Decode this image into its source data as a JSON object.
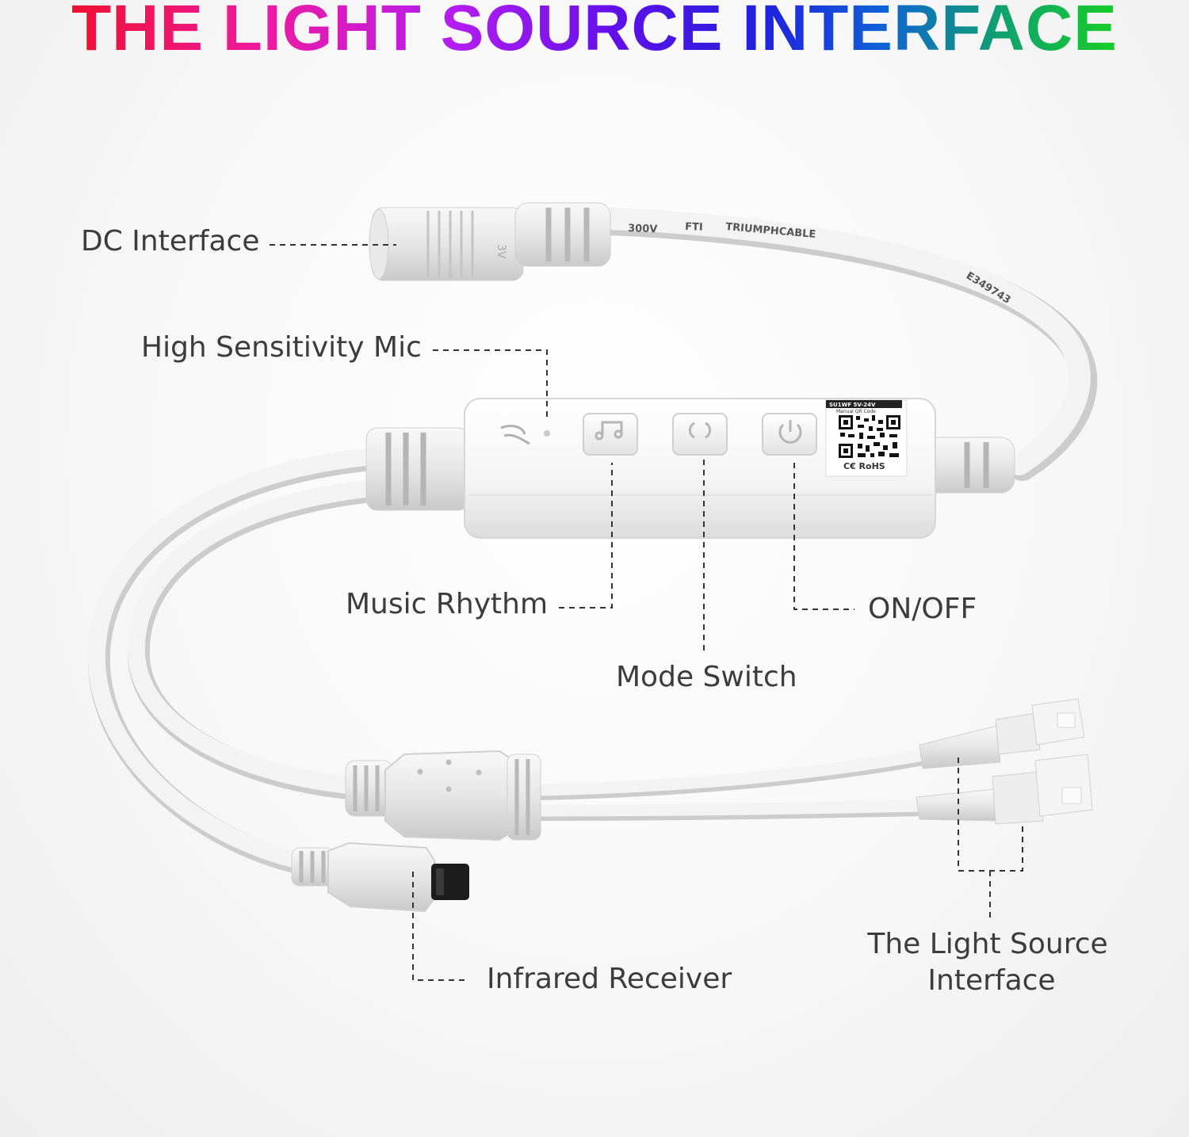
{
  "title": "THE LIGHT SOURCE INTERFACE",
  "labels": {
    "dc_interface": "DC Interface",
    "mic": "High Sensitivity Mic",
    "music_rhythm": "Music Rhythm",
    "on_off": "ON/OFF",
    "mode_switch": "Mode Switch",
    "infrared_receiver": "Infrared Receiver",
    "light_source_line1": "The Light Source",
    "light_source_line2": "Interface"
  },
  "cable_print": {
    "voltage": "300V",
    "fti": "FTI",
    "brand": "TRIUMPHCABLE",
    "code": "E349743",
    "connector_mark": "3V"
  },
  "controller_label": {
    "model": "SU1WF 5V-24V",
    "qr_caption": "Manual QR Code",
    "marks": "C€ RoHS"
  },
  "colors": {
    "title_gradient": [
      "#ee1030",
      "#b51df0",
      "#2020dd",
      "#18d818"
    ],
    "label_text": "#3c3c3c",
    "leader_line": "#333333",
    "cable": "#f2f2f2",
    "cable_shadow": "#cfcfcf"
  },
  "icons": [
    "music-note-icon",
    "mode-cycle-icon",
    "power-icon",
    "mic-icon",
    "qr-code-icon"
  ]
}
